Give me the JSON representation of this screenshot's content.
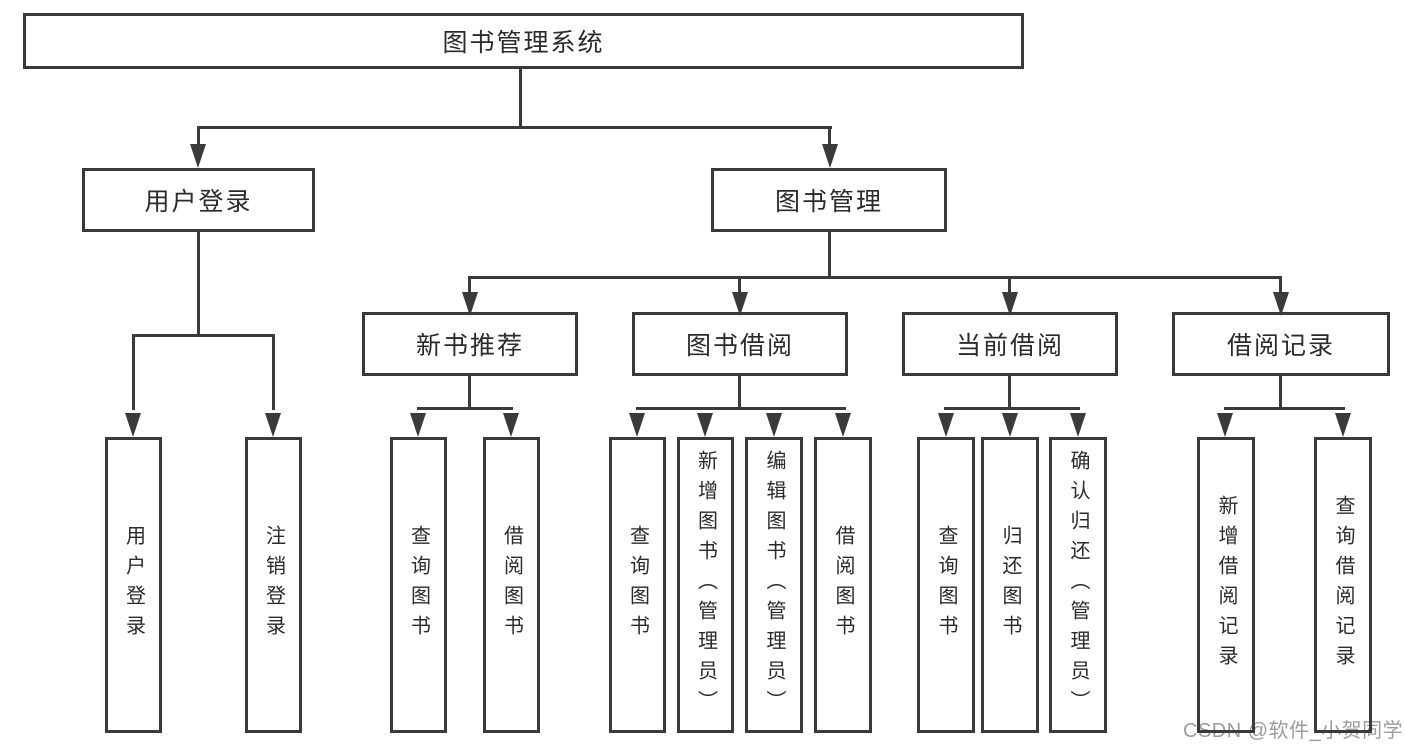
{
  "diagram": {
    "root": {
      "label": "图书管理系统"
    },
    "branches": [
      {
        "label": "用户登录",
        "children": [
          {
            "label": "用户登录"
          },
          {
            "label": "注销登录"
          }
        ]
      },
      {
        "label": "图书管理",
        "groups": [
          {
            "label": "新书推荐",
            "children": [
              {
                "label": "查询图书"
              },
              {
                "label": "借阅图书"
              }
            ]
          },
          {
            "label": "图书借阅",
            "children": [
              {
                "label": "查询图书"
              },
              {
                "label": "新增图书（管理员）"
              },
              {
                "label": "编辑图书（管理员）"
              },
              {
                "label": "借阅图书"
              }
            ]
          },
          {
            "label": "当前借阅",
            "children": [
              {
                "label": "查询图书"
              },
              {
                "label": "归还图书"
              },
              {
                "label": "确认归还（管理员）"
              }
            ]
          },
          {
            "label": "借阅记录",
            "children": [
              {
                "label": "新增借阅记录"
              },
              {
                "label": "查询借阅记录"
              }
            ]
          }
        ]
      }
    ]
  },
  "watermark": {
    "text": "CSDN @软件_小贺同学"
  },
  "colors": {
    "line": "#3a3a3a",
    "text": "#2b2b2b",
    "watermark": "#9c9c9c",
    "background": "#ffffff"
  }
}
